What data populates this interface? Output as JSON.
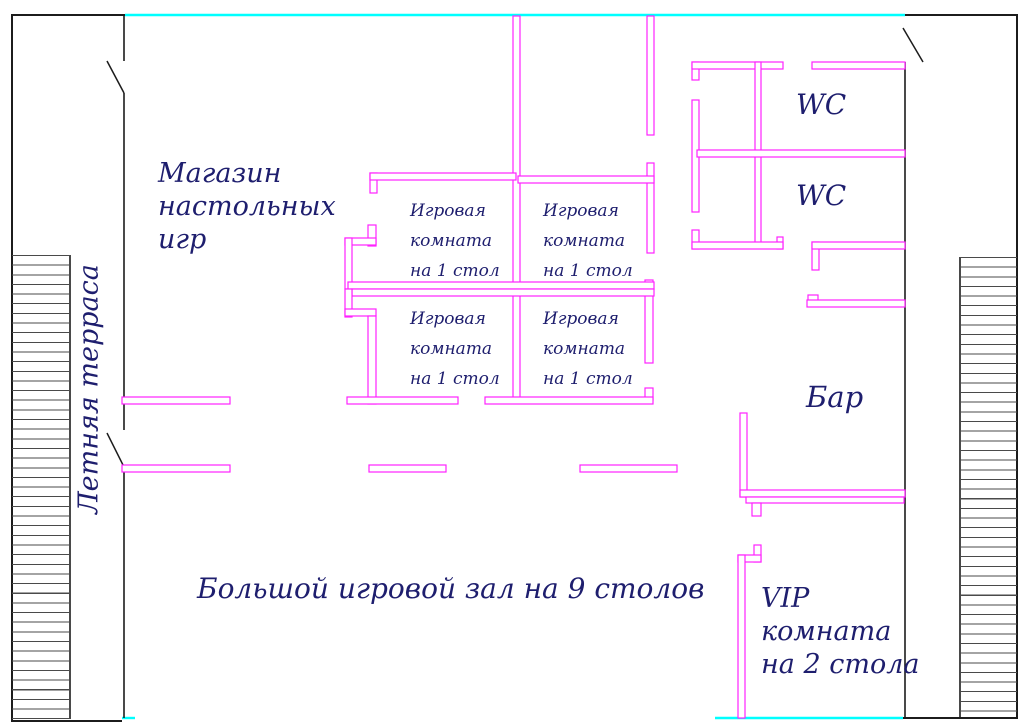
{
  "colors": {
    "wall": "#ff22ff",
    "outline": "#1c1c1c",
    "stair": "#4a4a4a",
    "cyan": "#00ffff",
    "ink": "#1e1e6e"
  },
  "labels": {
    "shop": [
      "Магазин",
      "настольных",
      "игр"
    ],
    "terrace": "Летняя терраса",
    "game_rooms": [
      [
        "Игровая",
        "комната",
        "на 1 стол"
      ],
      [
        "Игровая",
        "комната",
        "на 1 стол"
      ],
      [
        "Игровая",
        "комната",
        "на 1 стол"
      ],
      [
        "Игровая",
        "комната",
        "на 1 стол"
      ]
    ],
    "wc": [
      "WC",
      "WC"
    ],
    "bar": "Бар",
    "hall": "Большой игровой зал на 9 столов",
    "vip": [
      "VIP",
      "комната",
      "на 2 стола"
    ]
  }
}
